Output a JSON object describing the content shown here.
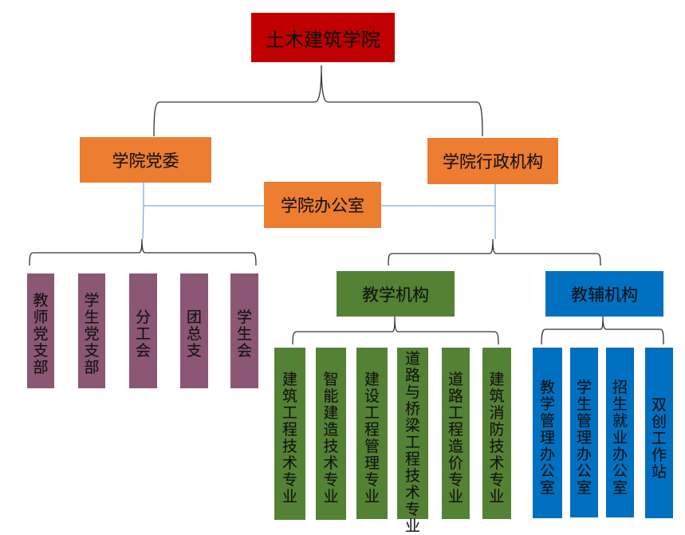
{
  "title": "土木建筑学院",
  "colors": {
    "root": "#C00000",
    "level1": "#ED7D31",
    "party_units": "#8B5774",
    "teaching": "#548235",
    "support": "#0070C0",
    "brace": "#333333",
    "connector": "#5B9BD5"
  },
  "level1": {
    "party": "学院党委",
    "admin": "学院行政机构",
    "office": "学院办公室"
  },
  "party_units": [
    "教师党支部",
    "学生党支部",
    "分工会",
    "团总支",
    "学生会"
  ],
  "admin_groups": {
    "teaching": {
      "label": "教学机构",
      "units": [
        "建筑工程技术专业",
        "智能建造技术专业",
        "建设工程管理专业",
        "道路与桥梁工程技术专业",
        "道路工程造价专业",
        "建筑消防技术专业"
      ]
    },
    "support": {
      "label": "教辅机构",
      "units": [
        "教学管理办公室",
        "学生管理办公室",
        "招生就业办公室",
        "双创工作站"
      ]
    }
  }
}
